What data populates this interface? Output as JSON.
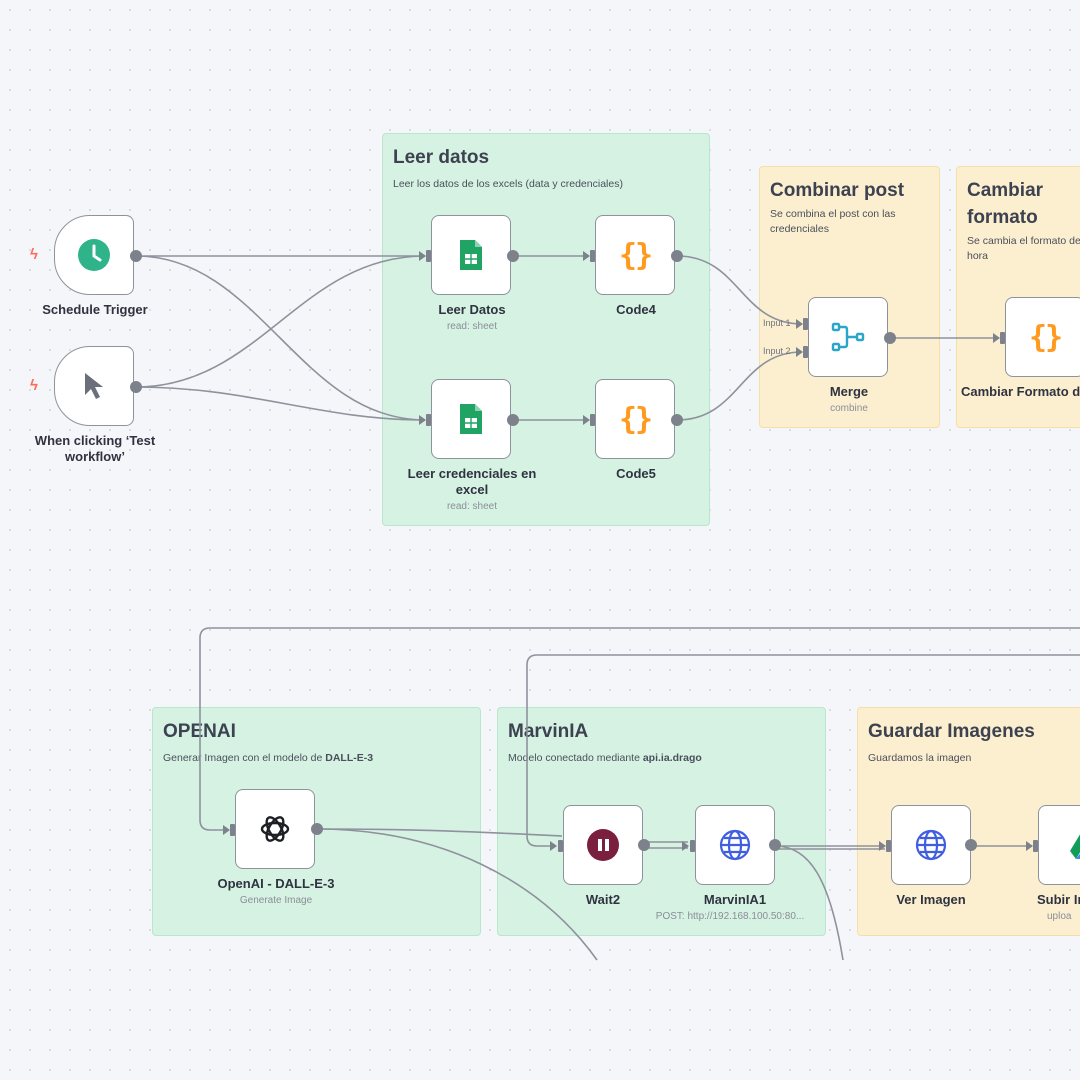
{
  "stickies": {
    "leer_datos": {
      "title": "Leer datos",
      "desc": "Leer los datos de los excels (data y credenciales)"
    },
    "combinar_post": {
      "title": "Combinar post",
      "desc": "Se combina el post con las credenciales"
    },
    "cambiar_formato": {
      "title": "Cambiar formato",
      "desc": "Se cambia el formato de la hora"
    },
    "openai": {
      "title": "OPENAI",
      "desc_prefix": "Generar Imagen con el modelo de ",
      "desc_bold": "DALL-E-3"
    },
    "marvinia": {
      "title": "MarvinIA",
      "desc_prefix": "Modelo conectado mediante ",
      "desc_bold": "api.ia.drago"
    },
    "guardar_imagenes": {
      "title": "Guardar Imagenes",
      "desc": "Guardamos la imagen"
    }
  },
  "nodes": {
    "schedule_trigger": {
      "name": "Schedule Trigger"
    },
    "manual_trigger": {
      "name": "When clicking ‘Test workflow’"
    },
    "leer_datos": {
      "name": "Leer Datos",
      "sub": "read: sheet"
    },
    "code4": {
      "name": "Code4"
    },
    "leer_credenciales": {
      "name": "Leer credenciales en excel",
      "sub": "read: sheet"
    },
    "code5": {
      "name": "Code5"
    },
    "merge": {
      "name": "Merge",
      "sub": "combine",
      "input1": "Input 1",
      "input2": "Input 2"
    },
    "cambiar_formato": {
      "name": "Cambiar Formato d"
    },
    "openai_dalle": {
      "name": "OpenAI - DALL-E-3",
      "sub": "Generate Image"
    },
    "wait2": {
      "name": "Wait2"
    },
    "marvinia1": {
      "name": "MarvinIA1",
      "sub": "POST: http://192.168.100.50:80..."
    },
    "ver_imagen": {
      "name": "Ver Imagen"
    },
    "subir_imagen": {
      "name": "Subir In",
      "sub": "uploa"
    }
  },
  "colors": {
    "trigger_bolt": "#ff6d5a",
    "schedule_icon": "#2fb38a",
    "sheets_icon": "#1fa463",
    "code_icon": "#ff9a1f",
    "merge_icon": "#2aa6c8",
    "wait_icon": "#7a1f3d",
    "http_icon": "#3f5ee0",
    "edge": "#8e929c"
  }
}
